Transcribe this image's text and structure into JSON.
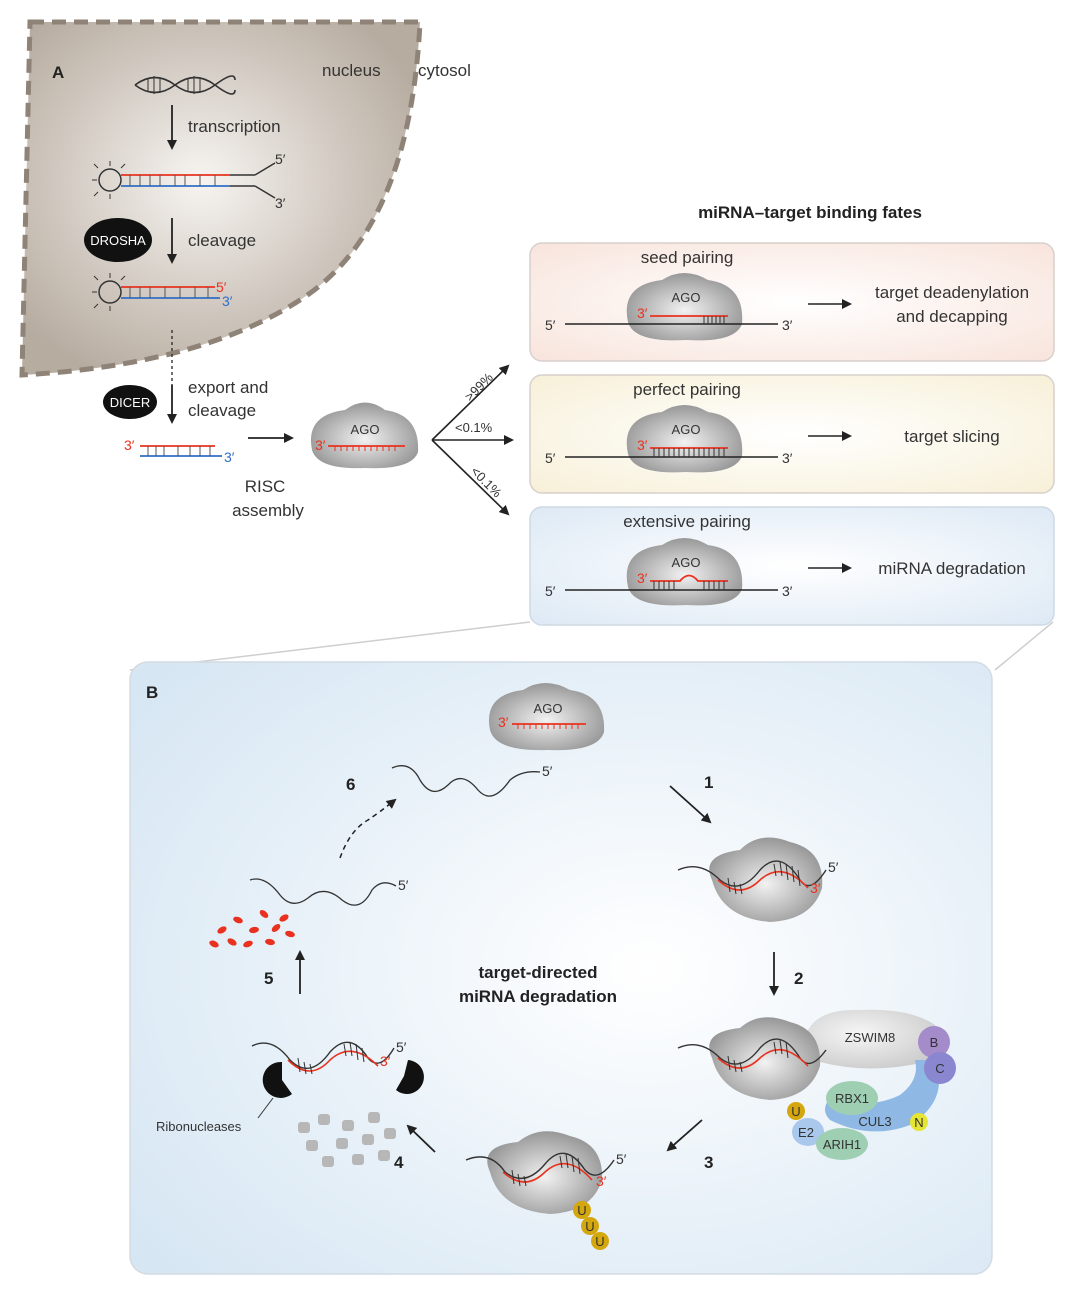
{
  "panel_a": {
    "letter": "A",
    "nucleus": "nucleus",
    "cytosol": "cytosol",
    "transcription": "transcription",
    "drosha": "DROSHA",
    "cleavage": "cleavage",
    "dicer": "DICER",
    "export_line1": "export and",
    "export_line2": "cleavage",
    "risc_line1": "RISC",
    "risc_line2": "assembly",
    "ago": "AGO",
    "five_prime": "5′",
    "three_prime": "3′",
    "pct_seed": ">99%",
    "pct_perfect": "<0.1%",
    "pct_extensive": "<0.1%"
  },
  "fates": {
    "title": "miRNA–target binding fates",
    "boxes": [
      {
        "pairing": "seed pairing",
        "outcome_line1": "target deadenylation",
        "outcome_line2": "and decapping",
        "color": "#fbeee9"
      },
      {
        "pairing": "perfect pairing",
        "outcome_line1": "target slicing",
        "outcome_line2": "",
        "color": "#fbf7e6"
      },
      {
        "pairing": "extensive pairing",
        "outcome_line1": "miRNA degradation",
        "outcome_line2": "",
        "color": "#e9f1f8"
      }
    ]
  },
  "panel_b": {
    "letter": "B",
    "center_line1": "target-directed",
    "center_line2": "miRNA degradation",
    "ago": "AGO",
    "steps": [
      "1",
      "2",
      "3",
      "4",
      "5",
      "6"
    ],
    "zswim8": "ZSWIM8",
    "b": "B",
    "c": "C",
    "rbx1": "RBX1",
    "cul3": "CUL3",
    "n": "N",
    "u": "U",
    "e2": "E2",
    "arih1": "ARIH1",
    "ribonucleases": "Ribonucleases",
    "five_prime": "5′",
    "three_prime": "3′"
  },
  "colors": {
    "mirna_red": "#e8321f",
    "passenger_blue": "#2f6fc7",
    "ago_gray": "#9a9a9a",
    "nucleus_fill": "#bdb3a8",
    "panel_b_bg": "#e6f0f8",
    "ubiquitin_gold": "#d4a70f"
  }
}
